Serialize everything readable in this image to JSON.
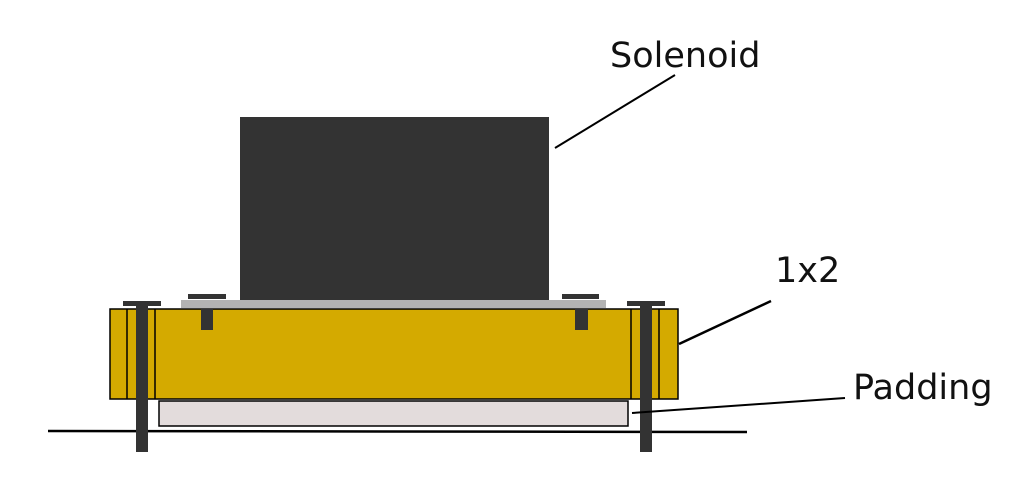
{
  "labels": {
    "solenoid": "Solenoid",
    "board": "1x2",
    "padding": "Padding"
  },
  "colors": {
    "solenoid": "#333333",
    "board": "#d4aa00",
    "padding": "#e3dcdc",
    "plate": "#b3b3b3",
    "bolt": "#333333"
  }
}
